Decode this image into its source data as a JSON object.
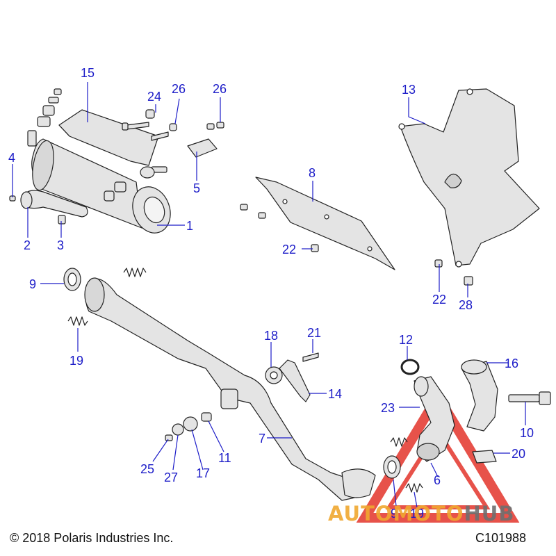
{
  "colors": {
    "callout": "#1c1cc8",
    "leader": "#1c1cc8",
    "part_stroke": "#222222",
    "part_fill": "#e4e4e4",
    "watermark_red": "#e3342b",
    "watermark_orange": "#f0a830",
    "watermark_gray": "#6f6f6f"
  },
  "callouts": [
    "15",
    "24",
    "26",
    "26",
    "13",
    "4",
    "8",
    "5",
    "1",
    "2",
    "3",
    "22",
    "22",
    "9",
    "28",
    "19",
    "18",
    "21",
    "12",
    "16",
    "14",
    "23",
    "10",
    "7",
    "11",
    "20",
    "25",
    "27",
    "17",
    "6",
    "9",
    "19"
  ],
  "watermark": {
    "auto": "AUTO",
    "moto": "MOTO",
    "hub": "HUB"
  },
  "footer": {
    "copyright": "© 2018 Polaris Industries Inc.",
    "code": "C101988"
  }
}
